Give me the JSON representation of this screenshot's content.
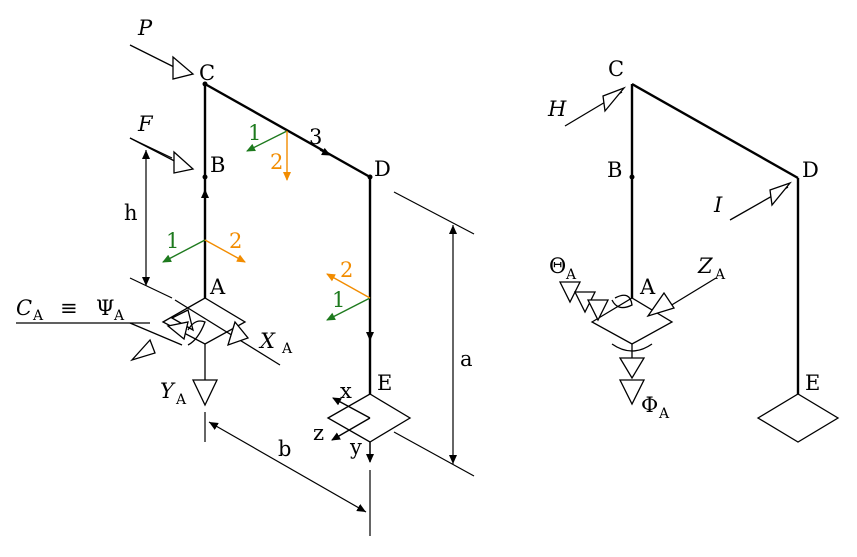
{
  "colors": {
    "frame": "#000000",
    "local_axis_1": "#1e7a1e",
    "local_axis_2": "#f28c00",
    "background": "#ffffff"
  },
  "left_figure": {
    "forces": {
      "P": "P",
      "F": "F",
      "C": "C",
      "A": "A",
      "X": "X",
      "Y": "Y",
      "equiv": "≡",
      "Psi": "Ψ"
    },
    "points": {
      "C": "C",
      "B": "B",
      "D": "D",
      "A": "A",
      "E": "E"
    },
    "member_label": "3",
    "local_axes": {
      "one": "1",
      "two": "2"
    },
    "dimensions": {
      "h": "h",
      "a": "a",
      "b": "b"
    },
    "global_axes": {
      "x": "x",
      "y": "y",
      "z": "z"
    }
  },
  "right_figure": {
    "points": {
      "C": "C",
      "B": "B",
      "D": "D",
      "A": "A",
      "E": "E"
    },
    "reactions": {
      "H": "H",
      "I": "I",
      "Theta": "Θ",
      "Z": "Z",
      "Phi": "Φ",
      "subscript": "A"
    }
  }
}
